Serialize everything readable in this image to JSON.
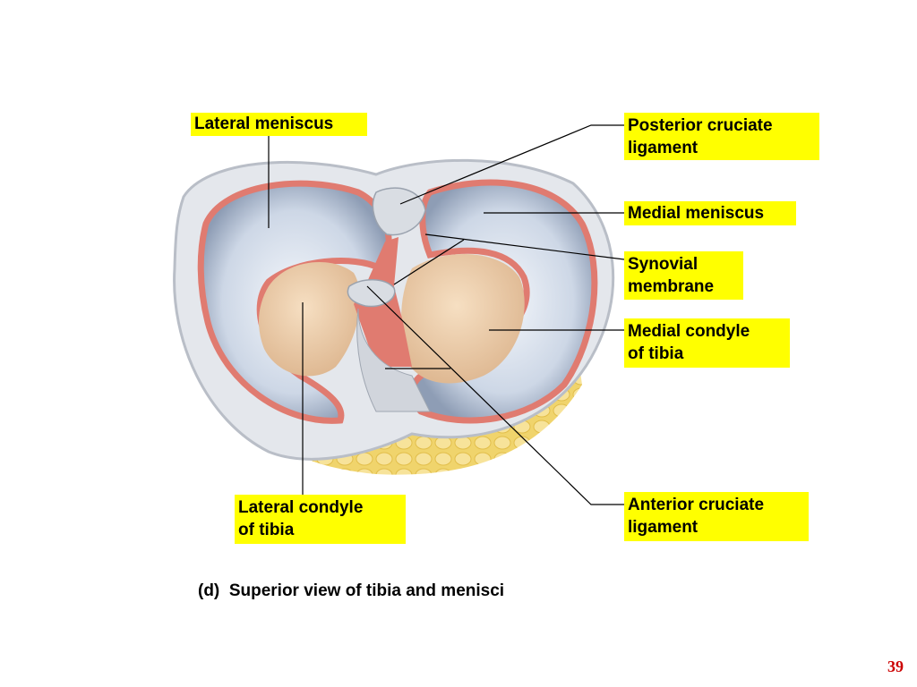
{
  "labels": {
    "lateral_meniscus": "Lateral meniscus",
    "posterior_cruciate": "Posterior cruciate\nligament",
    "medial_meniscus": "Medial meniscus",
    "synovial_membrane": "Synovial\nmembrane",
    "medial_condyle": "Medial condyle\nof tibia",
    "anterior_cruciate": "Anterior cruciate\nligament",
    "lateral_condyle": "Lateral condyle\nof tibia"
  },
  "caption": "(d)  Superior view of tibia and menisci",
  "page_number": "39",
  "colors": {
    "label_bg": "#ffff00",
    "page_number": "#cc0000",
    "synovial": "#e07b70",
    "meniscus": "#c7d3e6",
    "condyle": "#ecd0b0",
    "fat": "#f3dc7c"
  }
}
